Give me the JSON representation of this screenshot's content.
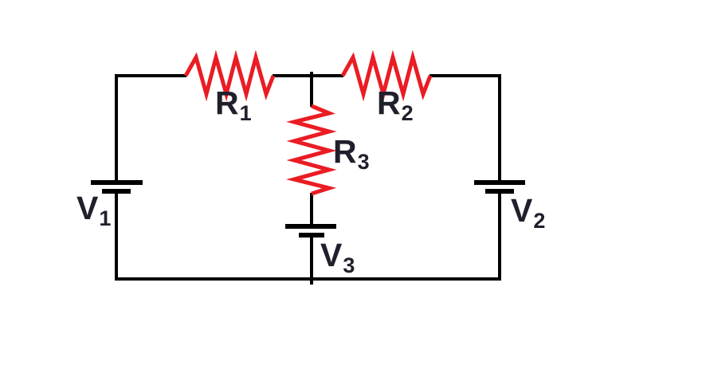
{
  "diagram": {
    "kind": "circuit",
    "components": [
      {
        "id": "resistor-r1",
        "kind": "resistor"
      },
      {
        "id": "resistor-r2",
        "kind": "resistor"
      },
      {
        "id": "resistor-r3",
        "kind": "resistor"
      },
      {
        "id": "battery-v1",
        "kind": "voltage-source"
      },
      {
        "id": "battery-v2",
        "kind": "voltage-source"
      },
      {
        "id": "battery-v3",
        "kind": "voltage-source"
      }
    ]
  },
  "labels": {
    "r1": {
      "base": "R",
      "sub": "1"
    },
    "r2": {
      "base": "R",
      "sub": "2"
    },
    "r3": {
      "base": "R",
      "sub": "3"
    },
    "v1": {
      "base": "V",
      "sub": "1"
    },
    "v2": {
      "base": "V",
      "sub": "2"
    },
    "v3": {
      "base": "V",
      "sub": "3"
    }
  },
  "colors": {
    "background": "#ffffff",
    "wire": "#000000",
    "resistor": "#ea1c24",
    "label": "#20202c"
  }
}
